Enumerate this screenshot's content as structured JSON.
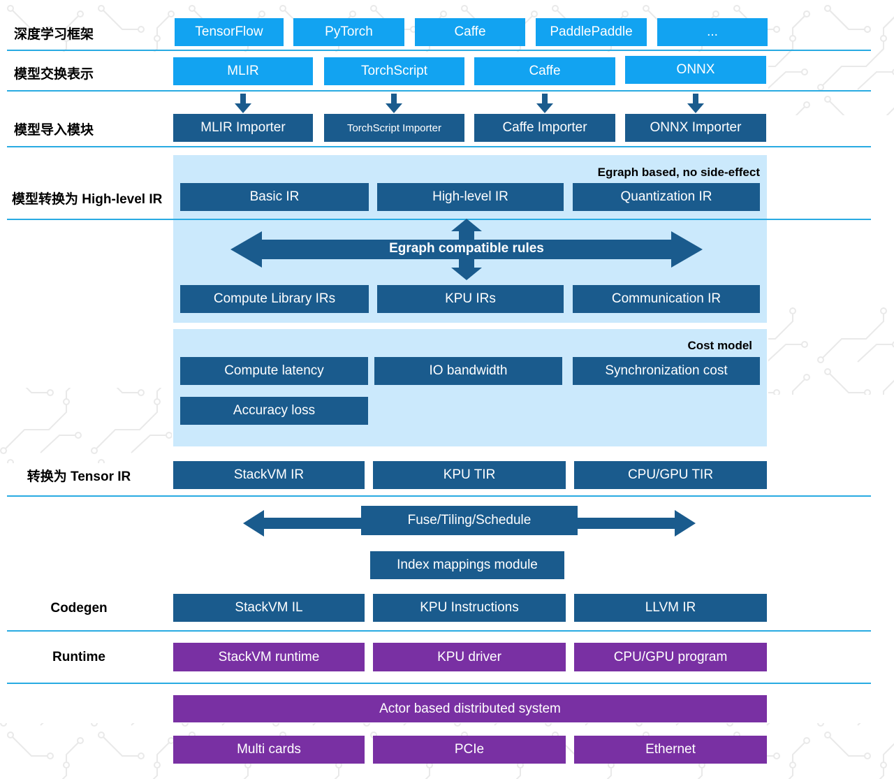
{
  "colors": {
    "azure": "#12A3F1",
    "dark_blue": "#1A5B8D",
    "panel": "#CBE9FC",
    "purple": "#7930A3",
    "divider": "#29ABE2"
  },
  "row_labels": {
    "frameworks": "深度学习框架",
    "exchange": "模型交换表示",
    "importers": "模型导入模块",
    "high_level": "模型转换为 High-level IR",
    "tensor_ir": "转换为 Tensor IR",
    "codegen": "Codegen",
    "runtime": "Runtime"
  },
  "frameworks": [
    "TensorFlow",
    "PyTorch",
    "Caffe",
    "PaddlePaddle",
    "..."
  ],
  "exchange": [
    "MLIR",
    "TorchScript",
    "Caffe",
    "ONNX"
  ],
  "importers": [
    "MLIR Importer",
    "TorchScript Importer",
    "Caffe Importer",
    "ONNX Importer"
  ],
  "high_level_panel": {
    "note": "Egraph based, no side-effect",
    "ir_boxes": [
      "Basic IR",
      "High-level IR",
      "Quantization IR"
    ],
    "arrow_label": "Egraph compatible rules",
    "lower_boxes": [
      "Compute Library IRs",
      "KPU IRs",
      "Communication IR"
    ]
  },
  "cost_panel": {
    "note": "Cost model",
    "boxes": [
      "Compute latency",
      "IO bandwidth",
      "Synchronization cost"
    ],
    "extra_box": "Accuracy loss"
  },
  "tensor_ir": [
    "StackVM IR",
    "KPU TIR",
    "CPU/GPU TIR"
  ],
  "fuse_label": "Fuse/Tiling/Schedule",
  "index_module": "Index mappings module",
  "codegen": [
    "StackVM IL",
    "KPU Instructions",
    "LLVM IR"
  ],
  "runtime": [
    "StackVM runtime",
    "KPU driver",
    "CPU/GPU program"
  ],
  "actor": "Actor based distributed system",
  "hardware": [
    "Multi cards",
    "PCIe",
    "Ethernet"
  ]
}
